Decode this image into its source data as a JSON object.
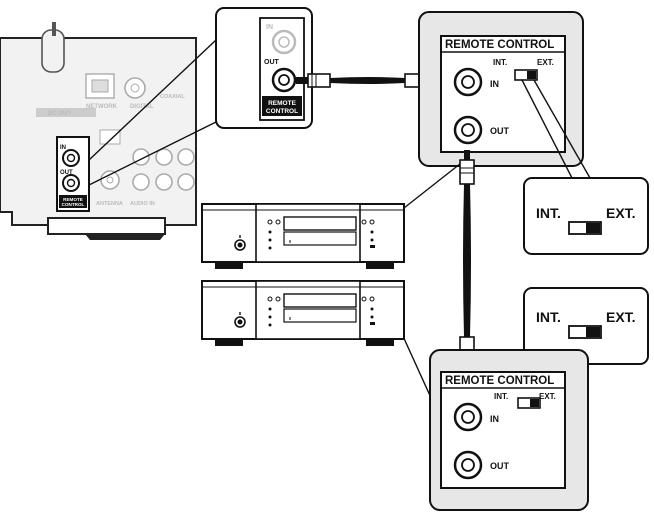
{
  "receiver": {
    "labels": [
      "NETWORK",
      "DIGITAL",
      "COAXIAL",
      "DC OUT",
      "ANTENNA",
      "AUDIO IN"
    ],
    "jack_in": "IN",
    "jack_out": "OUT",
    "remote": [
      "REMOTE",
      "CONTROL"
    ]
  },
  "zoom_receiver": {
    "in": "IN",
    "out": "OUT",
    "remote": [
      "REMOTE",
      "CONTROL"
    ]
  },
  "panel_top": {
    "title": "REMOTE CONTROL",
    "int": "INT.",
    "ext": "EXT.",
    "in": "IN",
    "out": "OUT"
  },
  "switch_top": {
    "int": "INT.",
    "ext": "EXT.",
    "position": "ext"
  },
  "switch_bottom": {
    "int": "INT.",
    "ext": "EXT.",
    "position": "ext"
  },
  "panel_bottom": {
    "title": "REMOTE CONTROL",
    "int": "INT.",
    "ext": "EXT.",
    "in": "IN",
    "out": "OUT"
  }
}
